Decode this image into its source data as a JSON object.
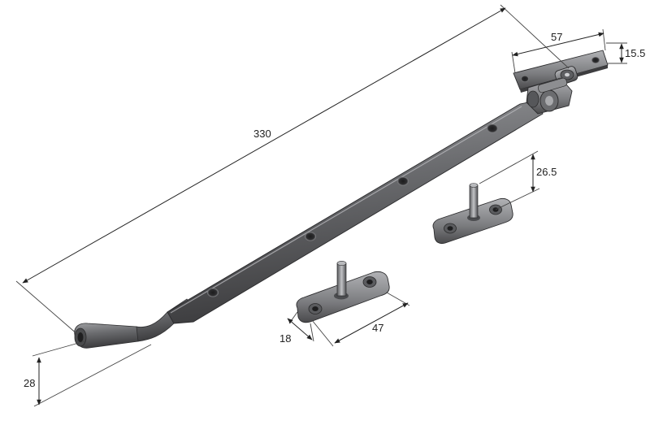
{
  "dimensions": {
    "stay_length": "330",
    "bracket_width": "57",
    "bracket_height": "15.5",
    "pin_height": "26.5",
    "plate_length": "47",
    "plate_width": "18",
    "tip_height": "28"
  },
  "colors": {
    "metal_dark": "#3c3c3e",
    "metal_mid": "#6c6d70",
    "metal_light": "#a5a6a9",
    "dimension_line": "#222222",
    "background": "#ffffff"
  }
}
